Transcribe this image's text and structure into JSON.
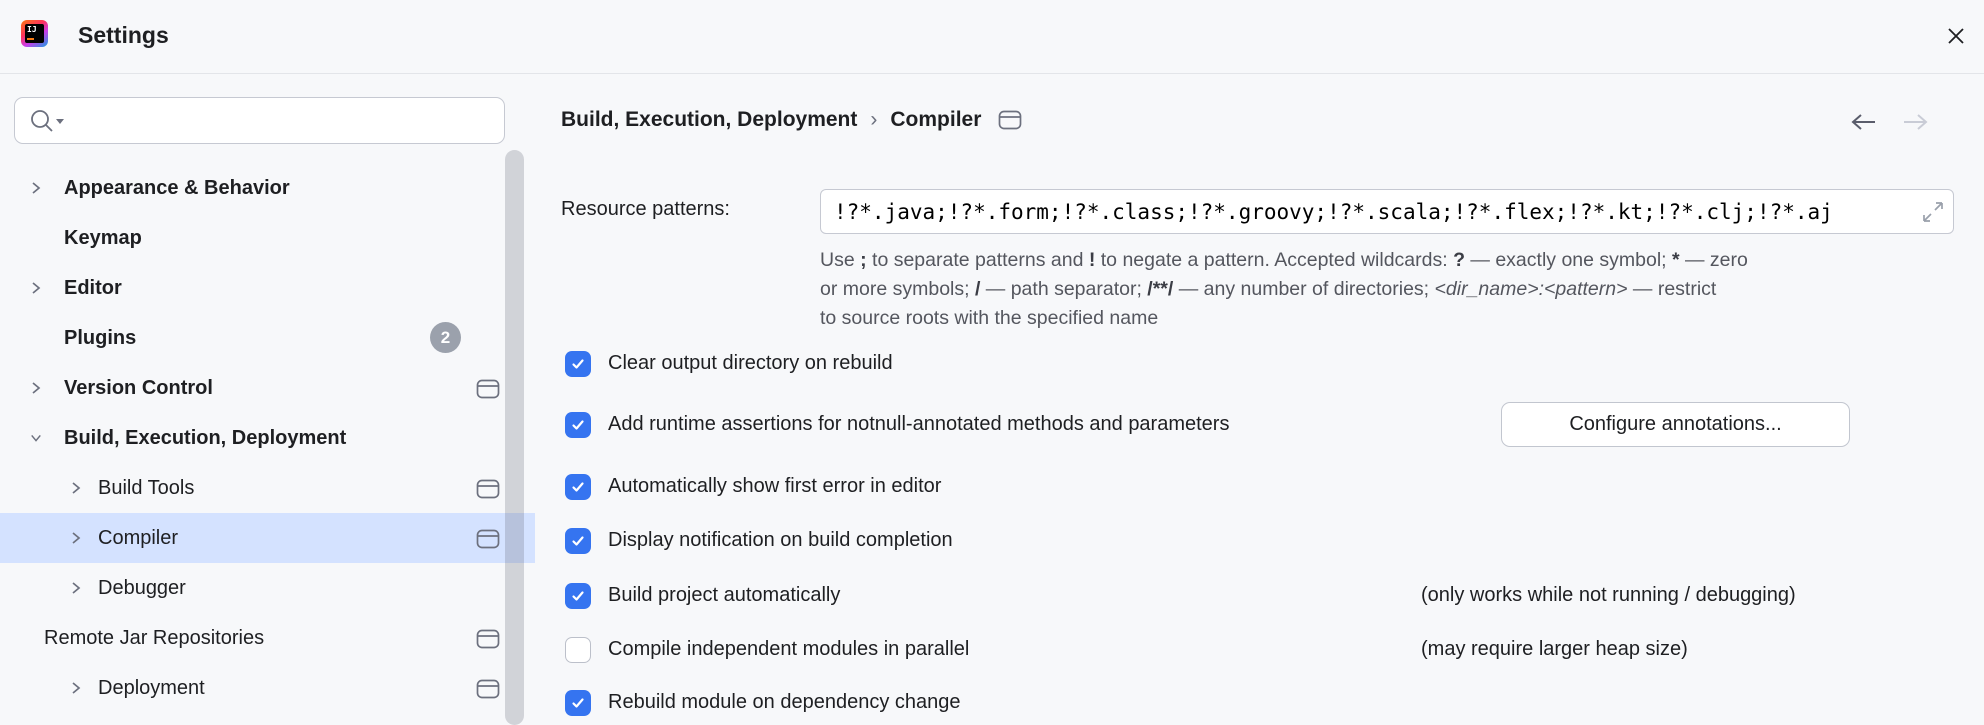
{
  "window": {
    "title": "Settings"
  },
  "search": {
    "placeholder": ""
  },
  "sidebar": {
    "items": [
      {
        "label": "Appearance & Behavior"
      },
      {
        "label": "Keymap"
      },
      {
        "label": "Editor"
      },
      {
        "label": "Plugins",
        "badge": "2"
      },
      {
        "label": "Version Control"
      },
      {
        "label": "Build, Execution, Deployment"
      },
      {
        "label": "Build Tools"
      },
      {
        "label": "Compiler"
      },
      {
        "label": "Debugger"
      },
      {
        "label": "Remote Jar Repositories"
      },
      {
        "label": "Deployment"
      }
    ]
  },
  "breadcrumb": {
    "parent": "Build, Execution, Deployment",
    "separator": "›",
    "current": "Compiler"
  },
  "main": {
    "resource_label": "Resource patterns:",
    "resource_value": "!?*.java;!?*.form;!?*.class;!?*.groovy;!?*.scala;!?*.flex;!?*.kt;!?*.clj;!?*.aj",
    "help": {
      "lines": [
        {
          "segs": [
            {
              "t": "Use "
            },
            {
              "t": ";"
            },
            {
              "t": " to separate patterns and "
            },
            {
              "t": "!"
            },
            {
              "t": " to negate a pattern. Accepted wildcards: "
            },
            {
              "t": "?"
            },
            {
              "t": " — exactly one symbol; "
            },
            {
              "t": "*"
            },
            {
              "t": " — zero"
            }
          ]
        },
        {
          "segs": [
            {
              "t": "or more symbols; "
            },
            {
              "t": "/"
            },
            {
              "t": " — path separator; "
            },
            {
              "t": "/**/"
            },
            {
              "t": " — any number of directories; "
            },
            {
              "t": "<dir_name>:<pattern>"
            },
            {
              "t": " — restrict"
            }
          ]
        },
        {
          "segs": [
            {
              "t": "to source roots with the specified name"
            }
          ]
        }
      ]
    },
    "options": [
      {
        "label": "Clear output directory on rebuild",
        "checked": true
      },
      {
        "label": "Add runtime assertions for notnull-annotated methods and parameters",
        "checked": true,
        "action": "Configure annotations..."
      },
      {
        "label": "Automatically show first error in editor",
        "checked": true
      },
      {
        "label": "Display notification on build completion",
        "checked": true
      },
      {
        "label": "Build project automatically",
        "checked": true,
        "hint": "(only works while not running / debugging)"
      },
      {
        "label": "Compile independent modules in parallel",
        "checked": false,
        "hint": "(may require larger heap size)"
      },
      {
        "label": "Rebuild module on dependency change",
        "checked": true
      }
    ]
  },
  "colors": {
    "accent": "#3574f0",
    "selected_row": "#d4e2ff",
    "badge": "#9ba1ac",
    "background": "#f7f8fa"
  }
}
